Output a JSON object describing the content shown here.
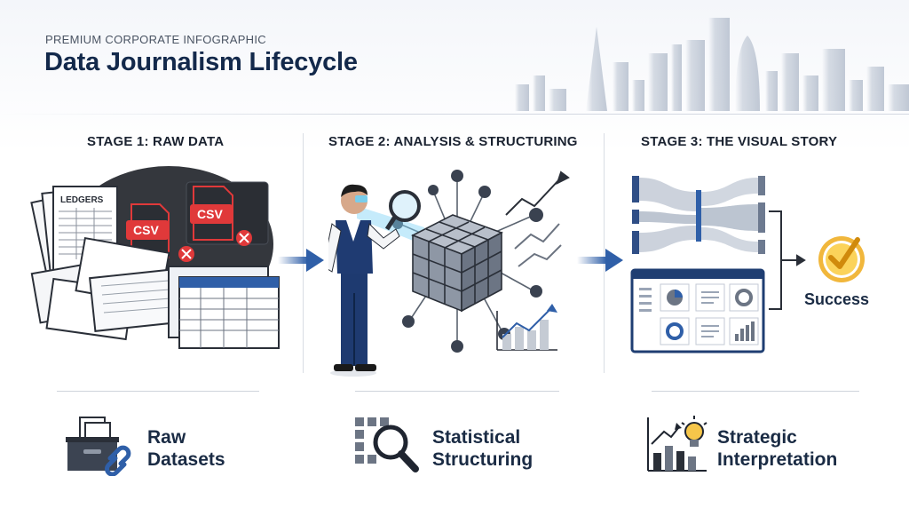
{
  "header": {
    "kicker": "PREMIUM CORPORATE INFOGRAPHIC",
    "title": "Data Journalism Lifecycle"
  },
  "stages": [
    {
      "title": "STAGE 1: RAW DATA",
      "footer_line1": "Raw",
      "footer_line2": "Datasets"
    },
    {
      "title": "STAGE 2: ANALYSIS & STRUCTURING",
      "footer_line1": "Statistical",
      "footer_line2": "Structuring"
    },
    {
      "title": "STAGE 3: THE VISUAL STORY",
      "footer_line1": "Strategic",
      "footer_line2": "Interpretation"
    }
  ],
  "stage1": {
    "ledger_label": "LEDGERS",
    "csv_label_1": "CSV",
    "csv_label_2": "CSV"
  },
  "stage3": {
    "outcome_label": "Success"
  },
  "colors": {
    "navy": "#13294b",
    "accent_blue": "#2f5fa8",
    "error_red": "#d63a3a",
    "success_gold": "#e6a21e",
    "slate": "#5b6470"
  },
  "icons": [
    "skyline-icon",
    "ledger-stack-icon",
    "csv-file-icon",
    "error-x-icon",
    "spreadsheet-icon",
    "analyst-figure-icon",
    "magnifier-icon",
    "data-cube-icon",
    "network-node-icon",
    "trend-arrow-icon",
    "bar-chart-icon",
    "sankey-icon",
    "dashboard-icon",
    "checkmark-icon",
    "archive-link-icon",
    "grid-search-icon",
    "chart-lightbulb-icon",
    "arrow-right-icon"
  ]
}
